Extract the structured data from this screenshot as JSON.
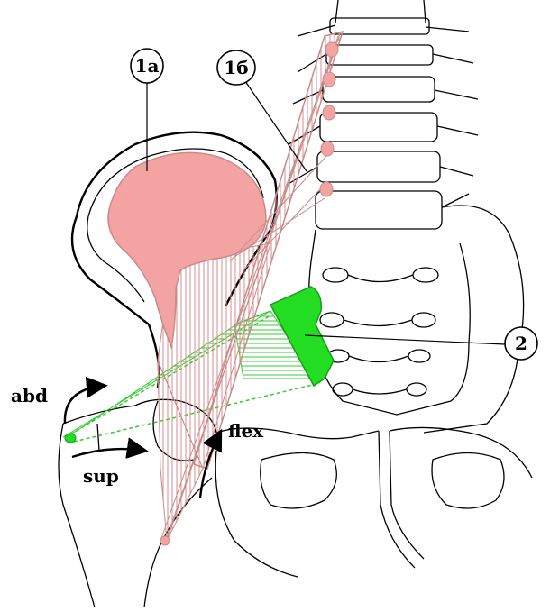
{
  "labels": {
    "iliacus": "1а",
    "psoas": "1б",
    "quadratus": "2",
    "abd": "abd",
    "sup": "sup",
    "flex": "flex"
  },
  "colors": {
    "muscle_fill": "#f4a3a3",
    "muscle_stroke": "#c98a8a",
    "muscle_hatch": "#d98c8c",
    "green_fill": "#22dd22",
    "green_hatch": "#33cc33",
    "bone_line": "#000000"
  }
}
